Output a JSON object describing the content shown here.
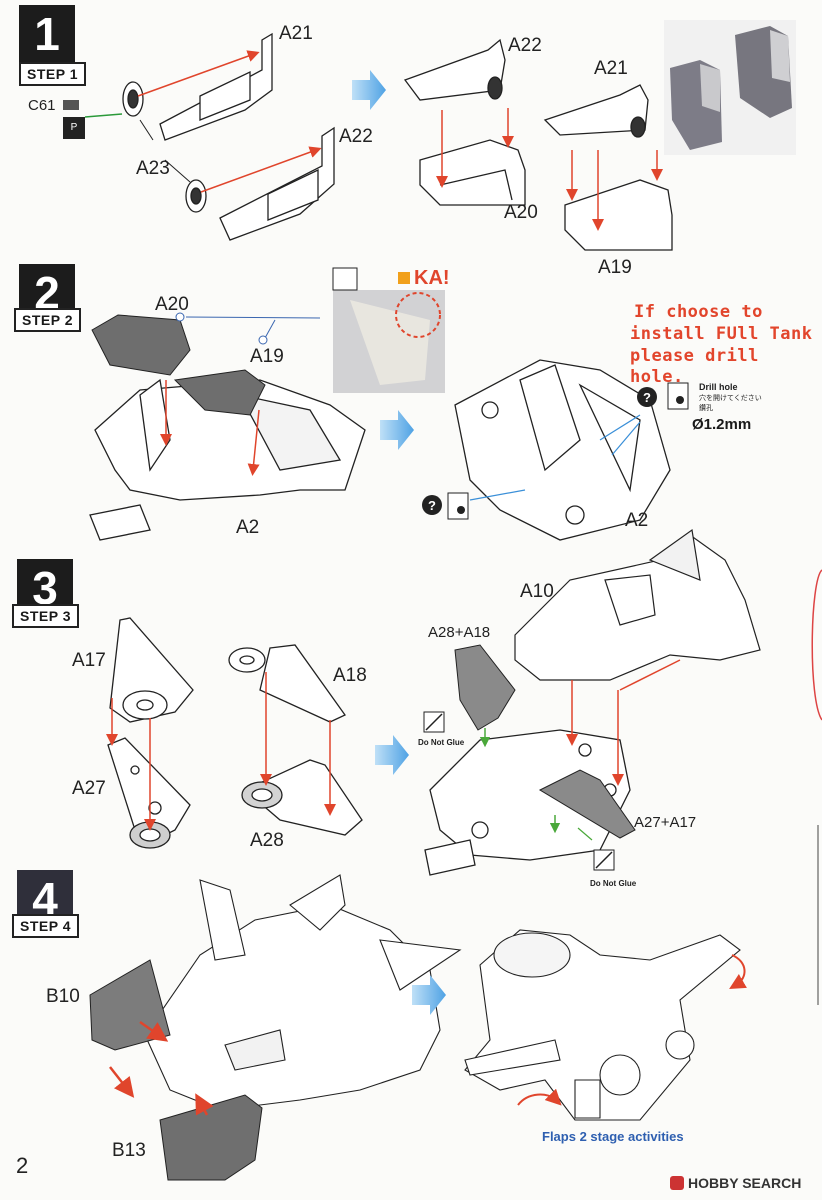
{
  "steps": [
    {
      "number": "1",
      "label": "STEP 1"
    },
    {
      "number": "2",
      "label": "STEP 2"
    },
    {
      "number": "3",
      "label": "STEP 3"
    },
    {
      "number": "4",
      "label": "STEP 4"
    }
  ],
  "step1": {
    "paint_code": "C61",
    "parts": {
      "a21_left": "A21",
      "a22_left": "A22",
      "a23": "A23",
      "a22_right": "A22",
      "a21_right": "A21",
      "a20": "A20",
      "a19": "A19"
    }
  },
  "step2": {
    "parts": {
      "a20": "A20",
      "a19": "A19",
      "a2_left": "A2",
      "a2_right": "A2"
    },
    "warning": "KA!",
    "drill_note": [
      "If choose to",
      "install FUll Tank",
      "please drill hole."
    ],
    "drill_label": "Drill hole",
    "drill_label_jp": "穴を開けてください",
    "drill_label_cn": "鑽孔",
    "drill_size": "Ø1.2mm"
  },
  "step3": {
    "parts": {
      "a17": "A17",
      "a18": "A18",
      "a27": "A27",
      "a28": "A28",
      "a10": "A10",
      "a28_a18": "A28+A18",
      "a27_a17": "A27+A17"
    },
    "do_not_glue_1": "Do Not Glue",
    "do_not_glue_2": "Do Not Glue"
  },
  "step4": {
    "parts": {
      "b10": "B10",
      "b13": "B13"
    },
    "caption": "Flaps 2 stage activities"
  },
  "page_number": "2",
  "footer": "HOBBY SEARCH",
  "colors": {
    "arrow_red": "#e0452c",
    "arrow_blue": "#5aa9e6",
    "gray_part": "#8a8a8a",
    "step_box": "#1c1c1c"
  }
}
